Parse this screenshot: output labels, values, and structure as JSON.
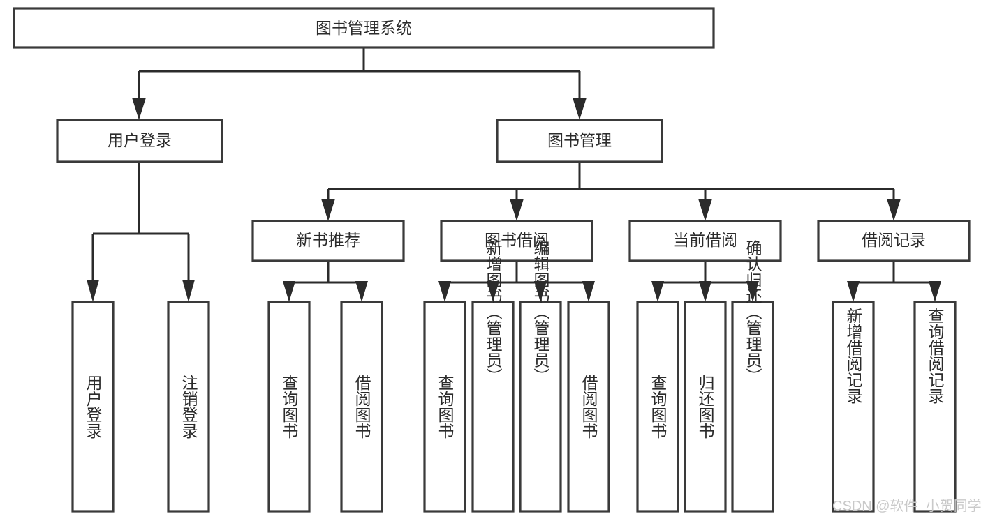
{
  "diagram": {
    "type": "tree-hierarchy",
    "orientation": "top-down",
    "background_color": "#ffffff",
    "box_stroke_color": "#3a3a3a",
    "connector_color": "#2b2b2b",
    "text_color": "#2b2b2b"
  },
  "root": {
    "label": "图书管理系统"
  },
  "level2": {
    "user_login": {
      "label": "用户登录"
    },
    "book_manage": {
      "label": "图书管理"
    }
  },
  "level3": {
    "new_book_recommend": {
      "label": "新书推荐"
    },
    "book_borrow": {
      "label": "图书借阅"
    },
    "current_borrow": {
      "label": "当前借阅"
    },
    "borrow_record": {
      "label": "借阅记录"
    }
  },
  "leaves": {
    "user_login_children": [
      {
        "label": "用户登录"
      },
      {
        "label": "注销登录"
      }
    ],
    "new_book_recommend_children": [
      {
        "label": "查询图书"
      },
      {
        "label": "借阅图书"
      }
    ],
    "book_borrow_children": [
      {
        "label": "查询图书"
      },
      {
        "label": "新增图书（管理员）"
      },
      {
        "label": "编辑图书（管理员）"
      },
      {
        "label": "借阅图书"
      }
    ],
    "current_borrow_children": [
      {
        "label": "查询图书"
      },
      {
        "label": "归还图书"
      },
      {
        "label": "确认归还（管理员）"
      }
    ],
    "borrow_record_children": [
      {
        "label": "新增借阅记录"
      },
      {
        "label": "查询借阅记录"
      }
    ]
  },
  "watermark": {
    "text": "CSDN @软件_小贺同学"
  }
}
